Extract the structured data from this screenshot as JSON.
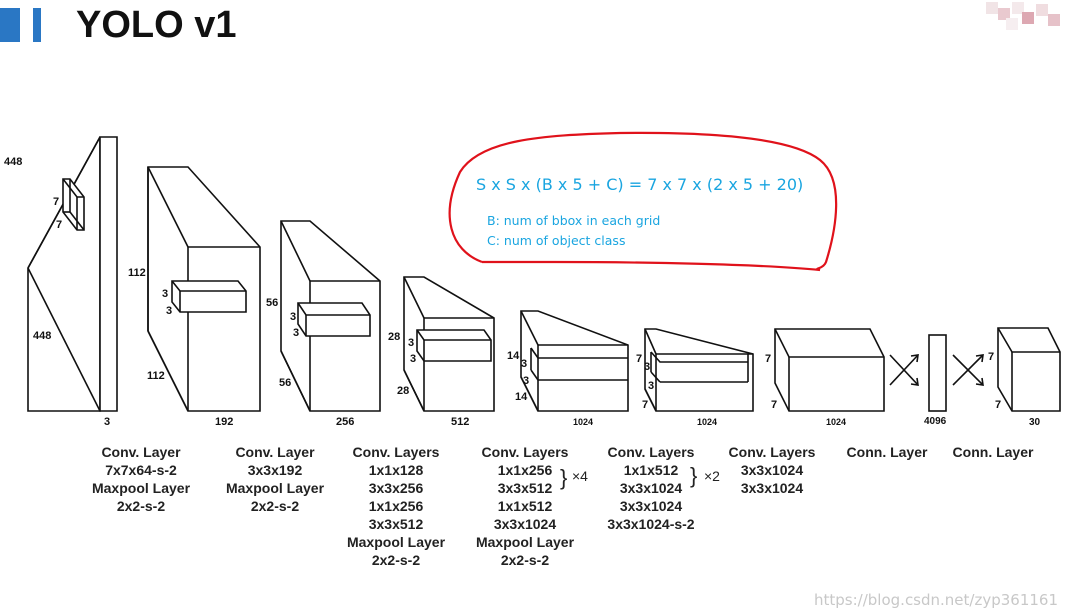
{
  "slide": {
    "title": "YOLO v1",
    "accent_color": "#2a77c4",
    "watermark": "https://blog.csdn.net/zyp361161"
  },
  "annotation": {
    "formula": "S x S x (B x 5 + C) = 7 x 7 x (2 x 5 + 20)",
    "line_b": "B: num of bbox in each grid",
    "line_c": "C: num of object class",
    "text_color": "#1aa5e0",
    "circle_color": "#e0121b"
  },
  "layers": [
    {
      "height": "448",
      "width": "448",
      "depth": "3",
      "kernel_h": "7",
      "kernel_w": "7"
    },
    {
      "height": "112",
      "width": "112",
      "depth": "192",
      "kernel_h": "3",
      "kernel_w": "3"
    },
    {
      "height": "56",
      "width": "56",
      "depth": "256",
      "kernel_h": "3",
      "kernel_w": "3"
    },
    {
      "height": "28",
      "width": "28",
      "depth": "512",
      "kernel_h": "3",
      "kernel_w": "3"
    },
    {
      "height": "14",
      "width": "14",
      "depth": "1024",
      "kernel_h": "3",
      "kernel_w": "3"
    },
    {
      "height": "7",
      "width": "7",
      "depth": "1024",
      "kernel_h": "3",
      "kernel_w": "3"
    },
    {
      "height": "7",
      "width": "7",
      "depth": "1024"
    },
    {
      "depth": "4096"
    },
    {
      "height": "7",
      "width": "7",
      "depth": "30"
    }
  ],
  "captions": [
    {
      "lines": [
        "Conv. Layer",
        "7x7x64-s-2",
        "Maxpool Layer",
        "2x2-s-2"
      ]
    },
    {
      "lines": [
        "Conv. Layer",
        "3x3x192",
        "Maxpool Layer",
        "2x2-s-2"
      ]
    },
    {
      "lines": [
        "Conv. Layers",
        "1x1x128",
        "3x3x256",
        "1x1x256",
        "3x3x512",
        "Maxpool Layer",
        "2x2-s-2"
      ]
    },
    {
      "lines": [
        "Conv. Layers",
        "1x1x256",
        "3x3x512",
        "1x1x512",
        "3x3x1024",
        "Maxpool Layer",
        "2x2-s-2"
      ],
      "repeat": "×4"
    },
    {
      "lines": [
        "Conv. Layers",
        "1x1x512",
        "3x3x1024",
        "3x3x1024",
        "3x3x1024-s-2"
      ],
      "repeat": "×2"
    },
    {
      "lines": [
        "Conv. Layers",
        "3x3x1024",
        "3x3x1024"
      ]
    },
    {
      "lines": [
        "Conn. Layer"
      ]
    },
    {
      "lines": [
        "Conn. Layer"
      ]
    }
  ]
}
